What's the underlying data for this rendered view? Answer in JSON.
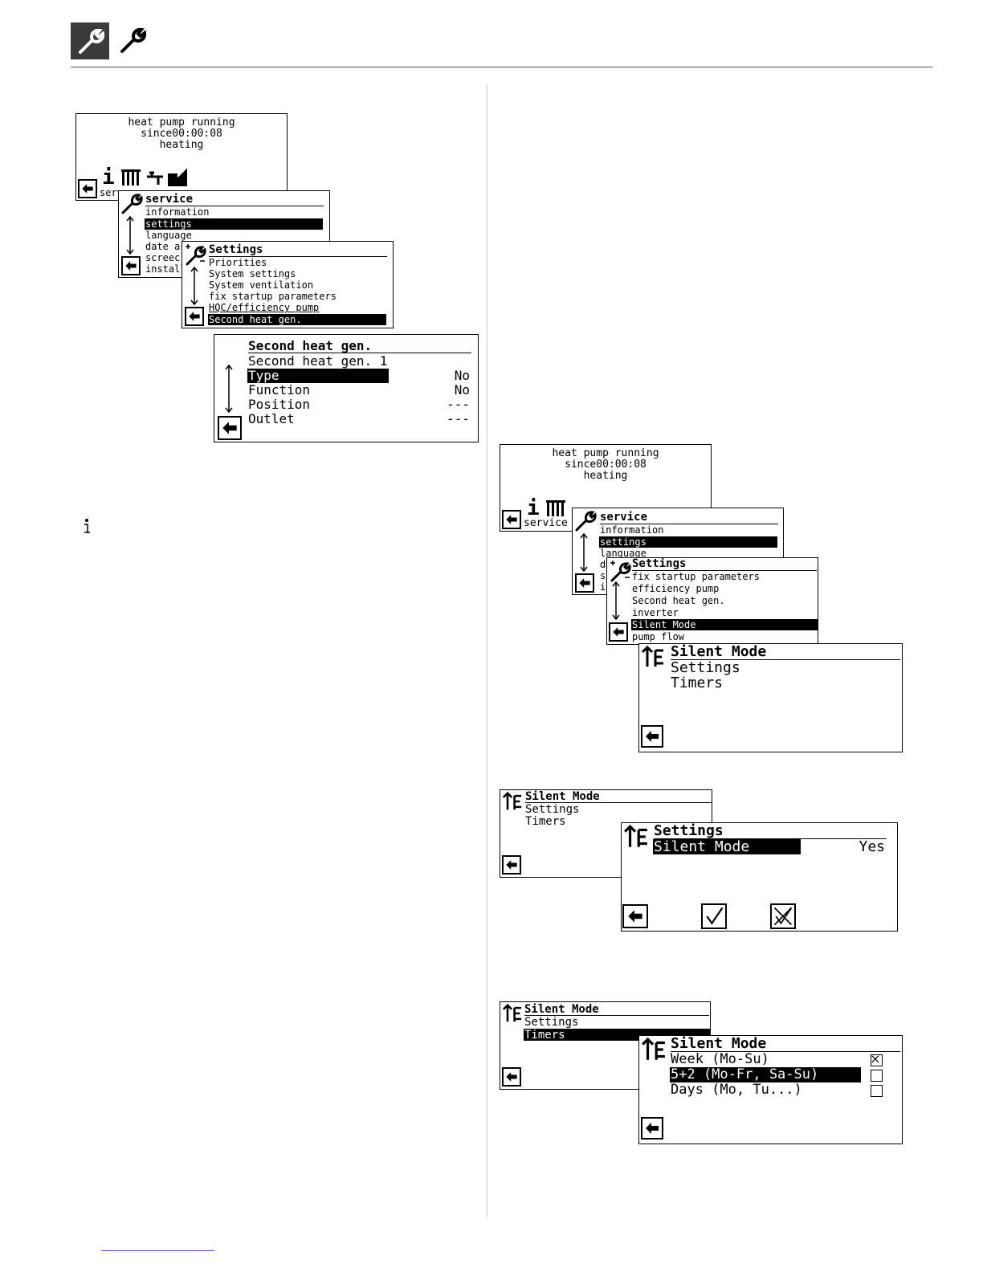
{
  "header": {
    "icon_box": "wrench-icon",
    "icon_plain": "wrench-icon"
  },
  "left": {
    "status": {
      "line1": "heat pump running",
      "line2": "since00:00:08",
      "line3": "heating",
      "corner": "serv"
    },
    "service": {
      "title": "service",
      "items": [
        "information",
        "settings",
        "language",
        "date a",
        "screec",
        "installa"
      ]
    },
    "settings": {
      "title": "Settings",
      "items": [
        "Priorities",
        "System settings",
        "System ventilation",
        "fix startup parameters",
        "HQC/efficiency pump",
        "Second heat gen."
      ]
    },
    "second": {
      "title": "Second heat gen.",
      "subtitle": "Second heat gen. 1",
      "rows": [
        {
          "label": "Type",
          "value": "No"
        },
        {
          "label": "Function",
          "value": "No"
        },
        {
          "label": "Position",
          "value": "---"
        },
        {
          "label": "Outlet",
          "value": "---"
        }
      ]
    }
  },
  "right1": {
    "status": {
      "line1": "heat pump running",
      "line2": "since00:00:08",
      "line3": "heating",
      "corner": "service"
    },
    "service": {
      "title": "service",
      "items": [
        "information",
        "settings",
        "language",
        "d",
        "s",
        "in"
      ]
    },
    "settings": {
      "title": "Settings",
      "items": [
        "fix startup parameters",
        "efficiency pump",
        "Second heat gen.",
        "inverter",
        "Silent Mode",
        "pump flow"
      ]
    },
    "silent": {
      "title": "Silent Mode",
      "items": [
        "Settings",
        "Timers"
      ]
    }
  },
  "right2": {
    "silent_small": {
      "title": "Silent Mode",
      "items": [
        "Settings",
        "Timers"
      ]
    },
    "settings": {
      "title": "Settings",
      "row_label": "Silent Mode",
      "row_value": "Yes"
    }
  },
  "right3": {
    "silent_small": {
      "title": "Silent Mode",
      "items": [
        "Settings",
        "Timers"
      ]
    },
    "silent": {
      "title": "Silent Mode",
      "options": [
        {
          "label": "Week (Mo-Su)",
          "checked": true
        },
        {
          "label": "5+2 (Mo-Fr, Sa-Su)",
          "checked": false
        },
        {
          "label": "Days (Mo, Tu...)",
          "checked": false
        }
      ]
    }
  }
}
